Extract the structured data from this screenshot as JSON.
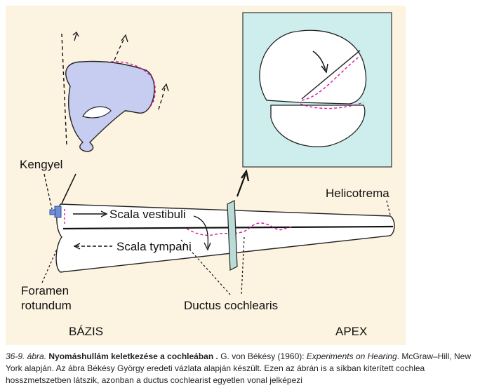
{
  "colors": {
    "background": "#fdf3e1",
    "inset_fill": "#cdeeed",
    "ossicle_fill": "#c7cdf0",
    "stapes_blue": "#6f8ed6",
    "membrane_fill": "#b9dcd6",
    "wave_magenta": "#d0199a"
  },
  "labels": {
    "kengyel": "Kengyel",
    "scala_vestibuli": "Scala vestibuli",
    "scala_tympani": "Scala tympani",
    "helicotrema": "Helicotrema",
    "foramen_line1": "Foramen",
    "foramen_line2": "rotundum",
    "ductus": "Ductus cochlearis",
    "basis": "BÁZIS",
    "apex": "APEX"
  },
  "caption": {
    "fig_number": "36-9. ábra.",
    "title": "Nyomáshullám keletkezése a cochleában .",
    "source_author": "G. von Békésy (1960):",
    "book_title": "Experiments on Hearing",
    "rest": ". McGraw–Hill, New York alapján. Az ábra Békésy György eredeti vázlata alapján készült. Ezen az ábrán is a síkban kiterített cochlea hosszmetszetben látszik, azonban a ductus cochlearist egyetlen vonal jelképezi"
  }
}
